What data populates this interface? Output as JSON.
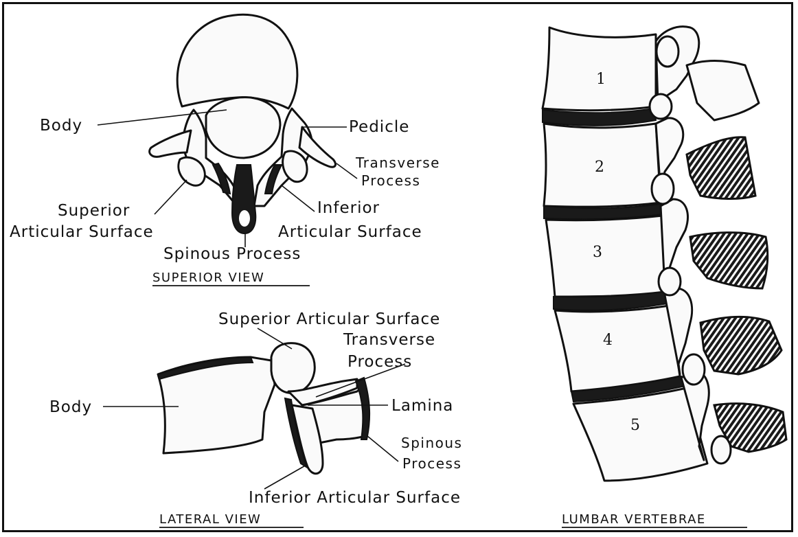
{
  "superior_view": {
    "caption": "SUPERIOR VIEW",
    "labels": {
      "body": "Body",
      "pedicle": "Pedicle",
      "transverse_process_1": "Transverse",
      "transverse_process_2": "Process",
      "superior_articular_1": "Superior",
      "superior_articular_2": "Articular Surface",
      "inferior_articular_1": "Inferior",
      "inferior_articular_2": "Articular Surface",
      "spinous_process": "Spinous Process"
    }
  },
  "lateral_view": {
    "caption": "LATERAL VIEW",
    "labels": {
      "superior_articular_surface": "Superior Articular Surface",
      "transverse_process_1": "Transverse",
      "transverse_process_2": "Process",
      "body": "Body",
      "lamina": "Lamina",
      "spinous_process_1": "Spinous",
      "spinous_process_2": "Process",
      "inferior_articular_surface": "Inferior Articular Surface"
    }
  },
  "lumbar_column": {
    "caption": "LUMBAR VERTEBRAE",
    "vertebra_numbers": [
      "1",
      "2",
      "3",
      "4",
      "5"
    ]
  }
}
